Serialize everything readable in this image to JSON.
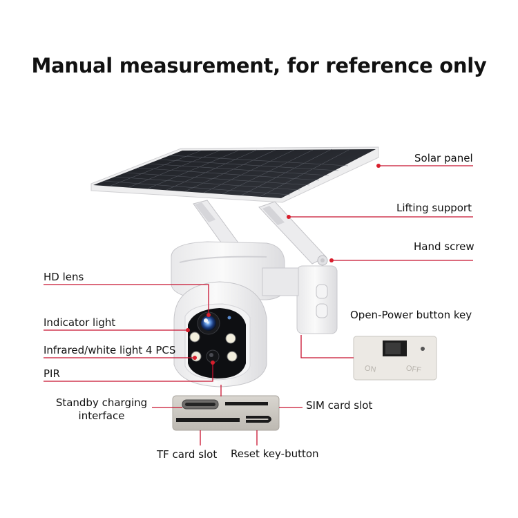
{
  "title": "Manual measurement, for reference only",
  "labels": {
    "solar_panel": "Solar panel",
    "lifting_support": "Lifting support",
    "hand_screw": "Hand screw",
    "hd_lens": "HD lens",
    "indicator_light": "Indicator light",
    "infrared_white_light": "Infrared/white light 4 PCS",
    "pir": "PIR",
    "open_power_button_key": "Open-Power button key",
    "standby_charging_line1": "Standby charging",
    "standby_charging_line2": "interface",
    "sim_card_slot": "SIM card slot",
    "tf_card_slot": "TF card slot",
    "reset_key_button": "Reset key-button"
  },
  "switch_text": {
    "on": "ON",
    "off": "OFF"
  },
  "colors": {
    "leader_line": "#c8102e",
    "dot": "#d81e2c"
  }
}
